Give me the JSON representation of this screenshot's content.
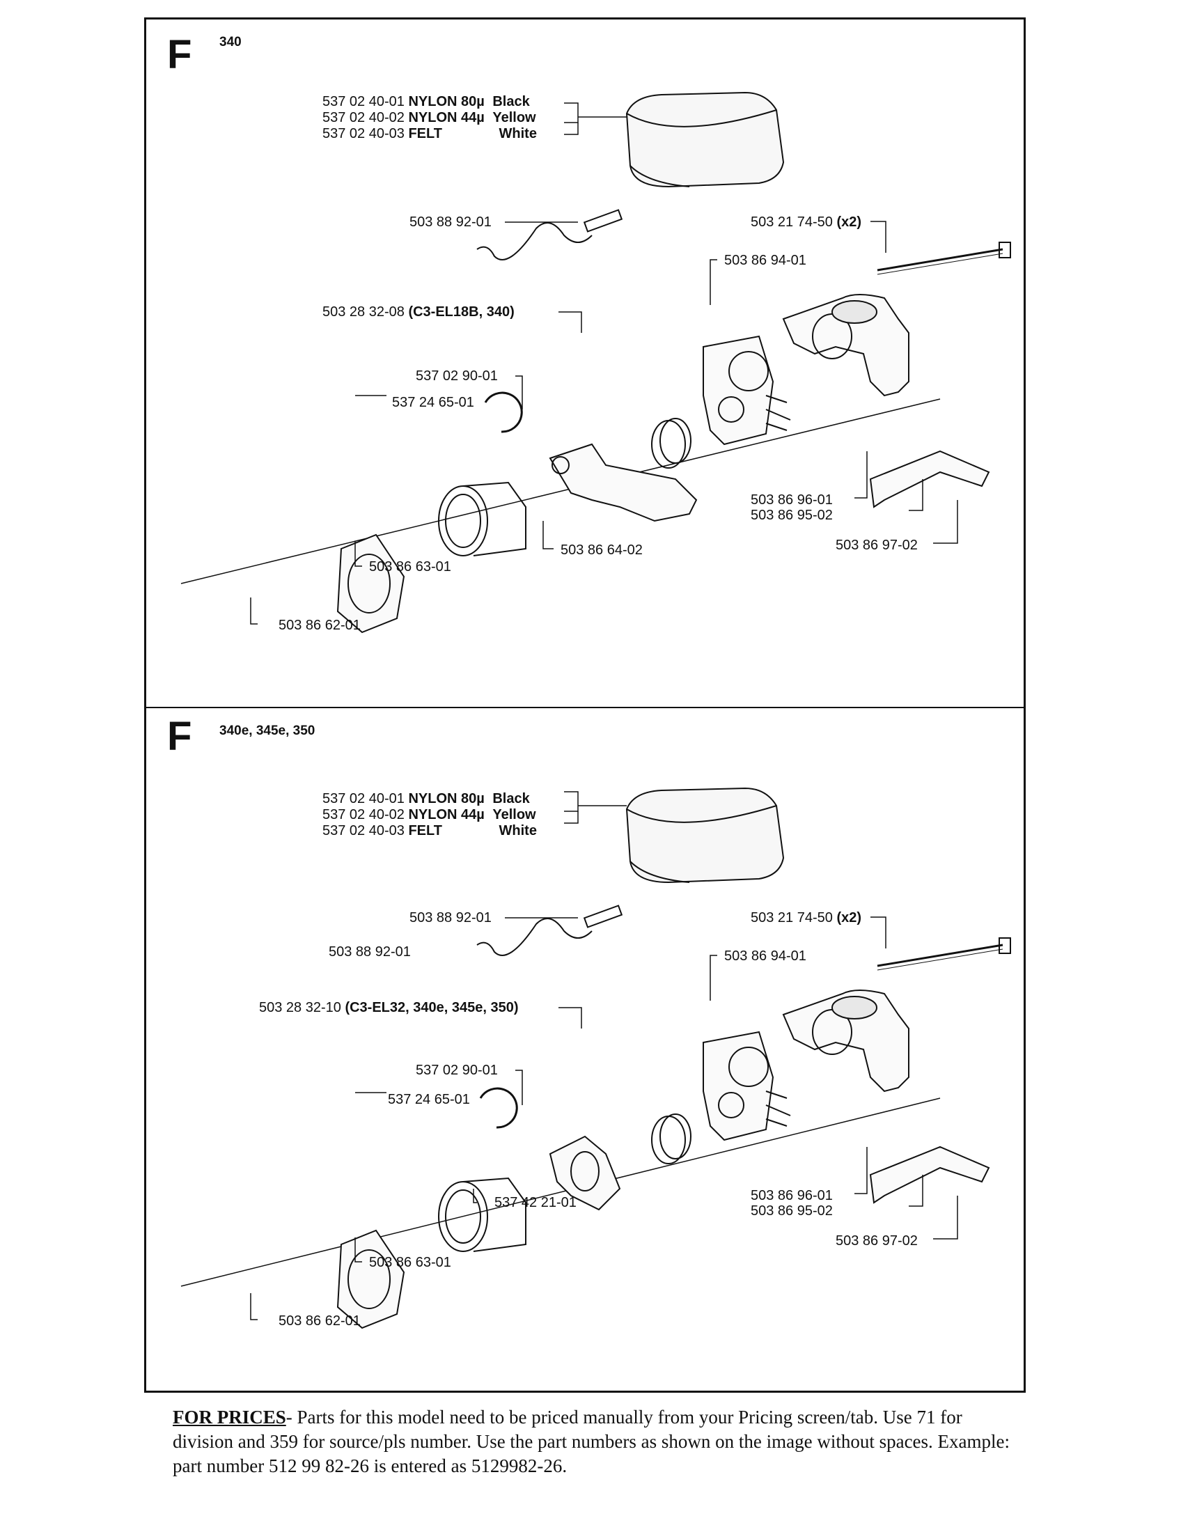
{
  "panels": [
    {
      "section": "F",
      "models": "340",
      "filters": [
        {
          "part": "537 02 40-01",
          "material": "NYLON 80µ",
          "color": "Black"
        },
        {
          "part": "537 02 40-02",
          "material": "NYLON 44µ",
          "color": "Yellow"
        },
        {
          "part": "537 02 40-03",
          "material": "FELT",
          "color": "White"
        }
      ],
      "labels": {
        "wire": "503 88 92-01",
        "screw": "503 21 74-50",
        "screw_qty": "(x2)",
        "manifold": "503 86 94-01",
        "carb": "503 28 32-08",
        "carb_note": "(C3-EL18B, 340)",
        "gasket": "537 02 90-01",
        "ring": "537 24 65-01",
        "lever1": "503 86 96-01",
        "lever2": "503 86 95-02",
        "spring": "503 86 97-02",
        "holder": "503 86 64-02",
        "boot": "503 86 63-01",
        "flange": "503 86 62-01"
      }
    },
    {
      "section": "F",
      "models": "340e, 345e, 350",
      "filters": [
        {
          "part": "537 02 40-01",
          "material": "NYLON 80µ",
          "color": "Black"
        },
        {
          "part": "537 02 40-02",
          "material": "NYLON 44µ",
          "color": "Yellow"
        },
        {
          "part": "537 02 40-03",
          "material": "FELT",
          "color": "White"
        }
      ],
      "labels": {
        "wire": "503 88 92-01",
        "wire_extra": "503 88 92-01",
        "screw": "503 21 74-50",
        "screw_qty": "(x2)",
        "manifold": "503 86 94-01",
        "carb": "503 28 32-10",
        "carb_note": "(C3-EL32, 340e, 345e, 350)",
        "gasket": "537 02 90-01",
        "ring": "537 24 65-01",
        "lever1": "503 86 96-01",
        "lever2": "503 86 95-02",
        "spring": "503 86 97-02",
        "holder": "537 42 21-01",
        "boot": "503 86 63-01",
        "flange": "503 86 62-01"
      }
    }
  ],
  "footer": {
    "heading": "FOR PRICES",
    "text": "- Parts for this model need to be priced manually from your Pricing screen/tab. Use 71 for division and 359 for source/pls number.  Use the part numbers as shown on the image without spaces.  Example: part number 512 99 82-26 is entered as 5129982-26."
  }
}
